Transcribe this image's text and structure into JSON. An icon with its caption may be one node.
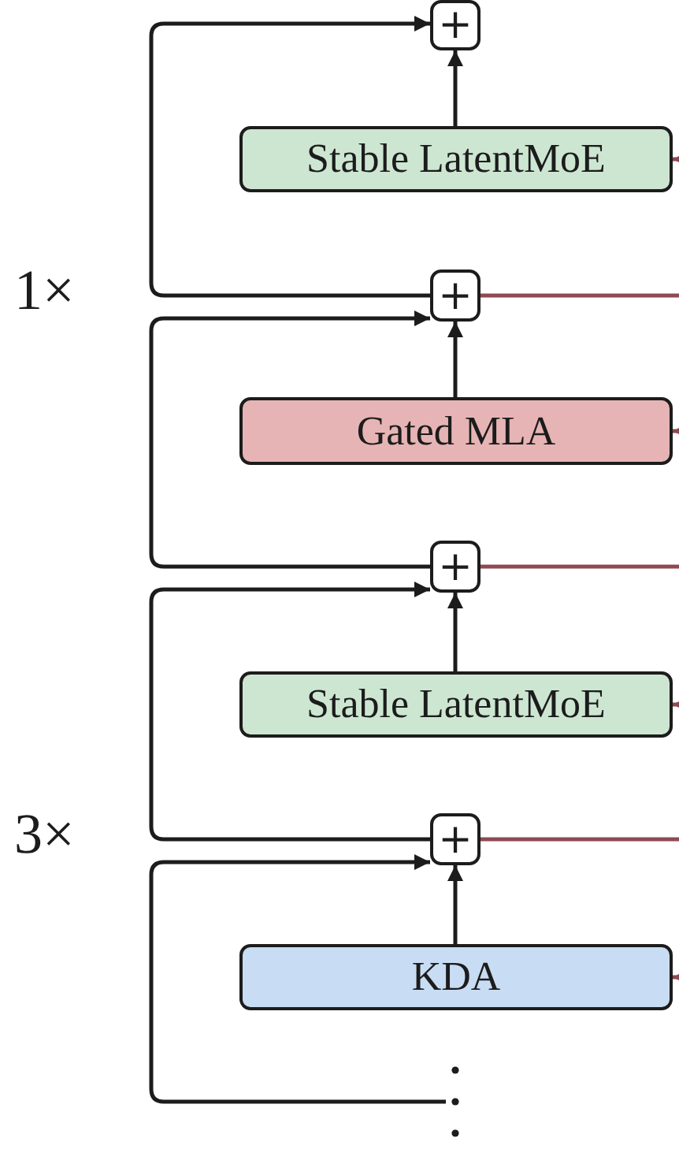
{
  "diagram": {
    "nodes": [
      {
        "text": [
          "+"
        ]
      },
      {
        "text": [
          "Stable LatentMoE"
        ]
      },
      {
        "text": [
          "+"
        ]
      },
      {
        "text": [
          "Gated MLA"
        ]
      },
      {
        "text": [
          "+"
        ]
      },
      {
        "text": [
          "Stable LatentMoE"
        ]
      },
      {
        "text": [
          "+"
        ]
      },
      {
        "text": [
          "KDA"
        ]
      },
      {
        "text": [],
        "shape": "dots"
      }
    ],
    "edges": [
      {
        "from": 1,
        "to": 0,
        "arrow": "to"
      },
      {
        "from": 2,
        "to": 0,
        "arrow": "to"
      },
      {
        "from": 3,
        "to": 2,
        "arrow": "to"
      },
      {
        "from": 4,
        "to": 2,
        "arrow": "to"
      },
      {
        "from": 5,
        "to": 4,
        "arrow": "to"
      },
      {
        "from": 6,
        "to": 4,
        "arrow": "to"
      },
      {
        "from": 7,
        "to": 6,
        "arrow": "to"
      },
      {
        "from": 8,
        "to": 6,
        "arrow": "to"
      },
      {
        "from": 2,
        "to": null,
        "arrow": "none",
        "color": "#8e4a52"
      },
      {
        "from": 4,
        "to": null,
        "arrow": "none",
        "color": "#8e4a52"
      },
      {
        "from": 6,
        "to": null,
        "arrow": "none",
        "color": "#8e4a52"
      },
      {
        "from": null,
        "to": 1,
        "arrow": "to",
        "color": "#8e4a52"
      },
      {
        "from": null,
        "to": 3,
        "arrow": "to",
        "color": "#8e4a52"
      },
      {
        "from": null,
        "to": 5,
        "arrow": "to",
        "color": "#8e4a52"
      },
      {
        "from": null,
        "to": 7,
        "arrow": "to",
        "color": "#8e4a52"
      }
    ],
    "labels": [
      "1×",
      "3×"
    ]
  }
}
